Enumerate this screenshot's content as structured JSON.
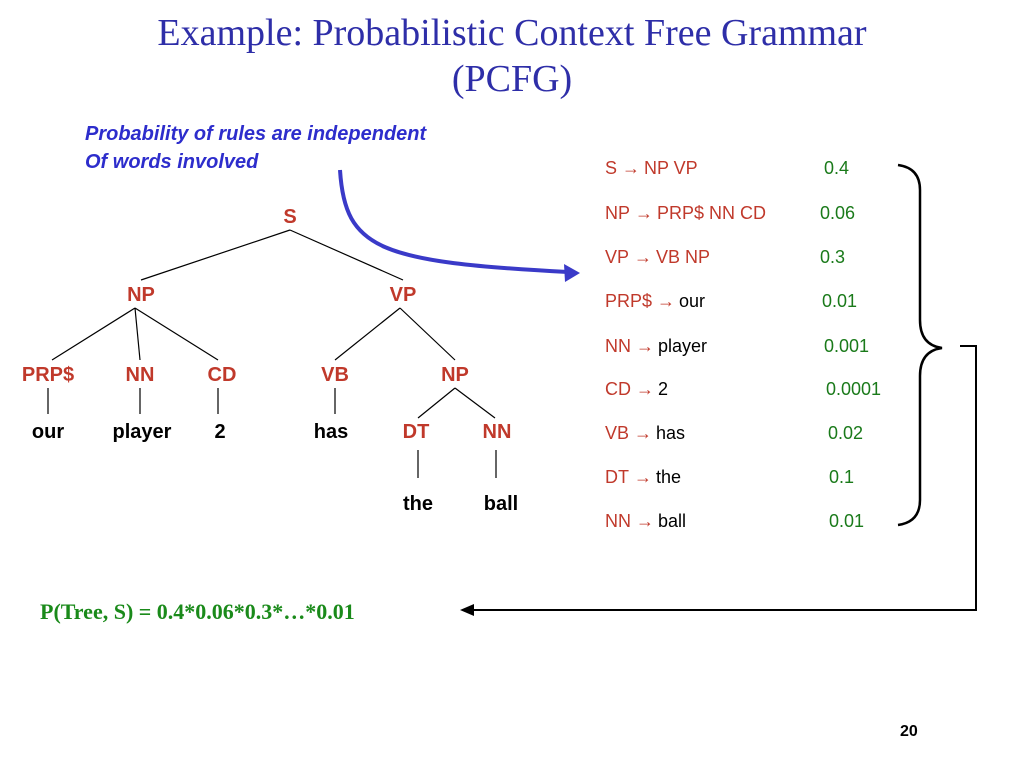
{
  "title": {
    "line1": "Example: Probabilistic Context Free Grammar",
    "line2": "(PCFG)"
  },
  "note": {
    "line1": "Probability of rules are independent",
    "line2": "Of words involved"
  },
  "tree": {
    "nodes": [
      {
        "label": "S",
        "kind": "nonterminal"
      },
      {
        "label": "NP",
        "kind": "nonterminal"
      },
      {
        "label": "VP",
        "kind": "nonterminal"
      },
      {
        "label": "PRP$",
        "kind": "nonterminal"
      },
      {
        "label": "NN",
        "kind": "nonterminal"
      },
      {
        "label": "CD",
        "kind": "nonterminal"
      },
      {
        "label": "VB",
        "kind": "nonterminal"
      },
      {
        "label": "NP",
        "kind": "nonterminal"
      },
      {
        "label": "DT",
        "kind": "nonterminal"
      },
      {
        "label": "NN",
        "kind": "nonterminal"
      },
      {
        "label": "our",
        "kind": "word"
      },
      {
        "label": "player",
        "kind": "word"
      },
      {
        "label": "2",
        "kind": "word"
      },
      {
        "label": "has",
        "kind": "word"
      },
      {
        "label": "the",
        "kind": "word"
      },
      {
        "label": "ball",
        "kind": "word"
      }
    ]
  },
  "rules": [
    {
      "lhs": "S",
      "arrow": "→",
      "rhs": "NP VP",
      "rhs_kind": "nonterminal",
      "prob": "0.4"
    },
    {
      "lhs": "NP",
      "arrow": "→",
      "rhs": "PRP$ NN CD",
      "rhs_kind": "nonterminal",
      "prob": "0.06"
    },
    {
      "lhs": "VP",
      "arrow": "→",
      "rhs": "VB NP",
      "rhs_kind": "nonterminal",
      "prob": "0.3"
    },
    {
      "lhs": "PRP$",
      "arrow": "→",
      "rhs": "our",
      "rhs_kind": "word",
      "prob": "0.01"
    },
    {
      "lhs": "NN",
      "arrow": "→",
      "rhs": "player",
      "rhs_kind": "word",
      "prob": "0.001"
    },
    {
      "lhs": "CD",
      "arrow": "→",
      "rhs": "2",
      "rhs_kind": "word",
      "prob": "0.0001"
    },
    {
      "lhs": "VB",
      "arrow": "→",
      "rhs": "has",
      "rhs_kind": "word",
      "prob": "0.02"
    },
    {
      "lhs": "DT",
      "arrow": "→",
      "rhs": "the",
      "rhs_kind": "word",
      "prob": "0.1"
    },
    {
      "lhs": "NN",
      "arrow": "→",
      "rhs": "ball",
      "rhs_kind": "word",
      "prob": "0.01"
    }
  ],
  "formula": "P(Tree, S) = 0.4*0.06*0.3*…*0.01",
  "page_number": "20",
  "colors": {
    "title": "#2e2ea8",
    "note": "#2d2dcc",
    "nonterminal": "#c0392b",
    "word": "#000000",
    "probability": "#1a7a1a",
    "formula": "#1a8a1a",
    "curve_arrow": "#3a3ac8",
    "lines": "#000000"
  },
  "icons": {
    "curve_arrow": "curved-arrow-icon",
    "brace": "right-brace-icon",
    "connector": "bracket-arrow-icon"
  }
}
